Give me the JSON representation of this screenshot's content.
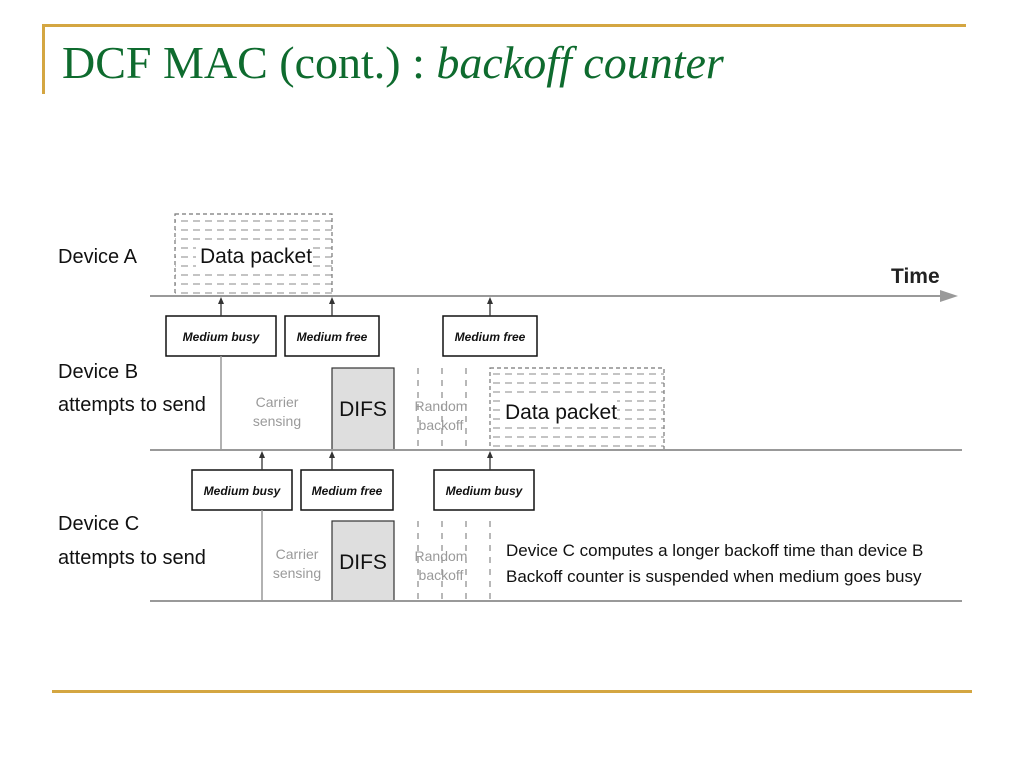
{
  "title": {
    "main": "DCF MAC (cont.) : ",
    "sub": "backoff counter"
  },
  "axis": {
    "time_label": "Time"
  },
  "devices": {
    "a": {
      "label": "Device  A",
      "packet": "Data packet"
    },
    "b": {
      "label_line1": "Device B",
      "label_line2": "attempts to send",
      "box_busy": "Medium busy",
      "box_free1": "Medium free",
      "box_free2": "Medium free",
      "carrier_line1": "Carrier",
      "carrier_line2": "sensing",
      "difs": "DIFS",
      "random_line1": "Random",
      "random_line2": "backoff",
      "packet": "Data packet"
    },
    "c": {
      "label_line1": "Device C",
      "label_line2": "attempts to send",
      "box_busy1": "Medium busy",
      "box_free": "Medium free",
      "box_busy2": "Medium busy",
      "carrier_line1": "Carrier",
      "carrier_line2": "sensing",
      "difs": "DIFS",
      "random_line1": "Random",
      "random_line2": "backoff",
      "note_line1": "Device C computes a longer backoff time than device B",
      "note_line2": "Backoff counter is suspended when medium goes busy"
    }
  },
  "colors": {
    "title_green": "#0e6b2e",
    "gold_rule": "#d4a641",
    "difs_fill": "#dedede"
  }
}
